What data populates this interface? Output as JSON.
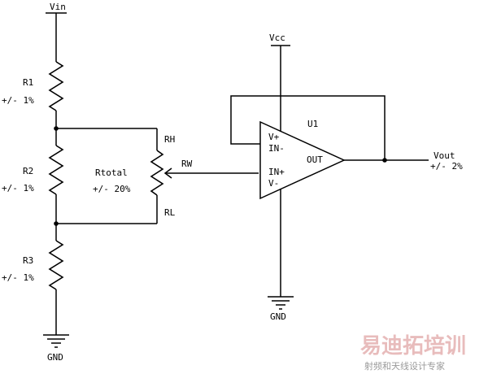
{
  "labels": {
    "vin": "Vin",
    "r1": "R1",
    "r1_tol": "+/- 1%",
    "r2": "R2",
    "r2_tol": "+/- 1%",
    "r3": "R3",
    "r3_tol": "+/- 1%",
    "gnd_left": "GND",
    "rtotal": "Rtotal",
    "rtotal_tol": "+/- 20%",
    "rh": "RH",
    "rw": "RW",
    "rl": "RL",
    "vcc": "Vcc",
    "u1": "U1",
    "vplus": "V+",
    "in_minus": "IN-",
    "in_plus": "IN+",
    "vminus": "V-",
    "out": "OUT",
    "vout": "Vout",
    "vout_tol": "+/- 2%",
    "gnd_right": "GND"
  },
  "watermark": {
    "logo_text": "易迪拓培训",
    "tagline": "射频和天线设计专家"
  }
}
